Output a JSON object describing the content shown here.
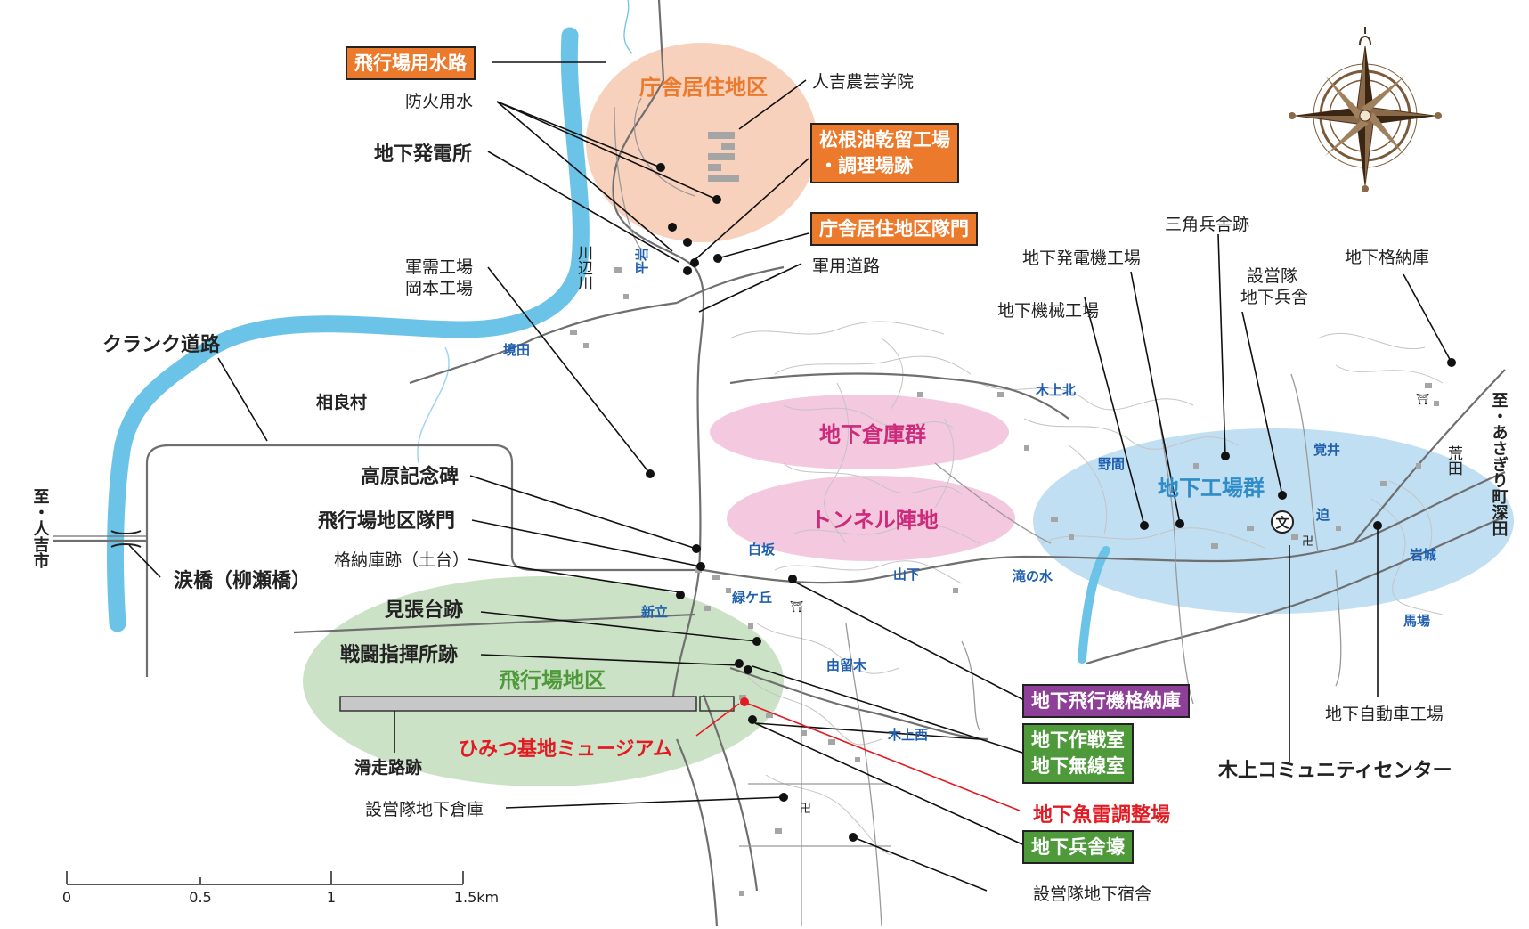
{
  "colors": {
    "river": "#6cc3e8",
    "office_zone": "#f6c9b0",
    "airfield_zone": "#c7dfc0",
    "warehouse_zone": "#f2bfd9",
    "factory_zone": "#b9dcf2",
    "orange_box": "#ec7a2c",
    "purple_box": "#8e3f97",
    "green_box": "#4e9a3a",
    "red_text": "#e21b23"
  },
  "zones": {
    "office": "庁舎居住地区",
    "warehouse": "地下倉庫群",
    "tunnel": "トンネル陣地",
    "factory": "地下工場群",
    "airfield": "飛行場地区"
  },
  "box_labels": {
    "waterway": "飛行場用水路",
    "matsune_1": "松根油乾留工場",
    "matsune_2": "・調理場跡",
    "office_gate": "庁舎居住地区隊門",
    "aircraft_hangar": "地下飛行機格納庫",
    "ops_room_1": "地下作戦室",
    "ops_room_2": "地下無線室",
    "barracks_bunker": "地下兵舎壕"
  },
  "labels": {
    "fire_water": "防火用水",
    "power_station": "地下発電所",
    "agri_school": "人吉農芸学院",
    "military_road": "軍用道路",
    "munitions_1": "軍需工場",
    "munitions_2": "岡本工場",
    "crank_road": "クランク道路",
    "sagara": "相良村",
    "kawabe_river": "川辺川",
    "to_hitoyoshi": "至・人吉市",
    "namida_bridge": "涙橋（柳瀬橋）",
    "takahara": "高原記念碑",
    "airfield_gate": "飛行場地区隊門",
    "hangar_site": "格納庫跡（土台）",
    "lookout": "見張台跡",
    "command_post": "戦闘指揮所跡",
    "runway": "滑走路跡",
    "museum": "ひみつ基地ミュージアム",
    "eitai_warehouse": "設営隊地下倉庫",
    "eitai_quarters": "設営隊地下宿舎",
    "torpedo": "地下魚雷調整場",
    "generator_factory": "地下発電機工場",
    "triangle_barracks": "三角兵舎跡",
    "underground_storage": "地下格納庫",
    "eitai_barracks_1": "設営隊",
    "eitai_barracks_2": "地下兵舎",
    "machine_factory": "地下機械工場",
    "to_asagiri": "至・あさぎり町深田",
    "auto_factory": "地下自動車工場",
    "community_center": "木上コミュニティセンター",
    "school_mark": "文"
  },
  "localities": {
    "hiraiwa": "平岩",
    "sakaida": "境田",
    "kiue_kita": "木上北",
    "noma": "野間",
    "kakui": "覚井",
    "arata": "荒田",
    "sako": "迫",
    "iwaki": "岩城",
    "baba": "馬場",
    "takinomizu": "滝の水",
    "yamashita": "山下",
    "shirasaka": "白坂",
    "midorigaoka": "緑ケ丘",
    "shindachi": "新立",
    "yutomegi": "由留木",
    "kiue_nishi": "木上西"
  },
  "scale": {
    "ticks": [
      "0",
      "0.5",
      "1",
      "1.5km"
    ]
  }
}
